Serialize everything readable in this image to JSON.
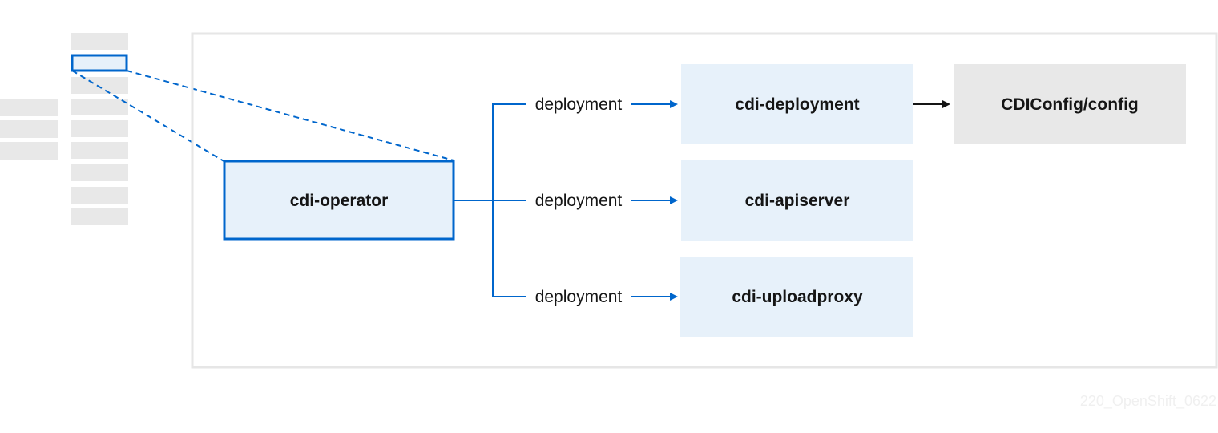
{
  "colors": {
    "accent_blue": "#0066cc",
    "node_fill_blue": "#e7f1fa",
    "node_fill_gray": "#e8e8e8",
    "frame_border": "#e6e6e6",
    "sidebar_block": "#e8e8e8",
    "text": "#151515",
    "watermark_text": "#f0f0f0"
  },
  "nodes": {
    "cdi_operator": "cdi-operator",
    "cdi_deployment": "cdi-deployment",
    "cdi_apiserver": "cdi-apiserver",
    "cdi_uploadproxy": "cdi-uploadproxy",
    "cdiconfig": "CDIConfig/config"
  },
  "edges": [
    {
      "label": "deployment",
      "target": "cdi-deployment"
    },
    {
      "label": "deployment",
      "target": "cdi-apiserver"
    },
    {
      "label": "deployment",
      "target": "cdi-uploadproxy"
    }
  ],
  "footer": {
    "image_id": "220_OpenShift_0622"
  }
}
